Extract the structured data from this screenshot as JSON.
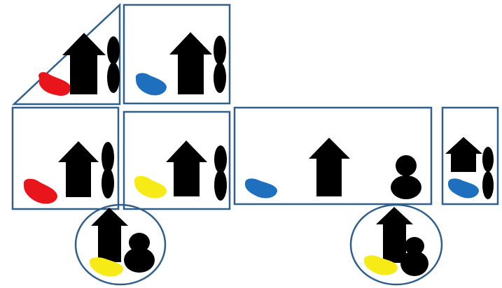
{
  "colors": {
    "background": "#ffffff",
    "frame_stroke": "#2f5f8a",
    "shape_fill": "#000000",
    "red": "#e8151b",
    "blue": "#1f6fbf",
    "yellow": "#f6ea17"
  },
  "panels": [
    {
      "name": "panel-triangle-top-left",
      "shape": "triangle",
      "contains": [
        "red-blob-icon",
        "arrow-house-icon",
        "figure-eight-icon"
      ]
    },
    {
      "name": "panel-top-second",
      "shape": "rectangle",
      "contains": [
        "blue-blob-icon",
        "arrow-house-icon",
        "figure-eight-icon"
      ]
    },
    {
      "name": "panel-middle-left",
      "shape": "rectangle",
      "contains": [
        "red-blob-icon",
        "arrow-house-icon",
        "figure-eight-icon"
      ]
    },
    {
      "name": "panel-middle-second",
      "shape": "rectangle",
      "contains": [
        "yellow-blob-icon",
        "arrow-house-icon",
        "figure-eight-icon"
      ]
    },
    {
      "name": "panel-middle-wide",
      "shape": "rectangle",
      "contains": [
        "blue-blob-icon",
        "arrow-house-icon",
        "snowman-icon"
      ]
    },
    {
      "name": "panel-middle-right-small",
      "shape": "rectangle",
      "contains": [
        "blue-blob-icon",
        "arrow-house-icon",
        "figure-eight-icon"
      ]
    },
    {
      "name": "circle-bottom-left",
      "shape": "circle",
      "contains": [
        "yellow-blob-icon",
        "arrow-house-icon",
        "snowman-icon"
      ]
    },
    {
      "name": "circle-bottom-right",
      "shape": "circle",
      "contains": [
        "yellow-blob-icon",
        "arrow-house-icon",
        "snowman-icon"
      ]
    }
  ]
}
